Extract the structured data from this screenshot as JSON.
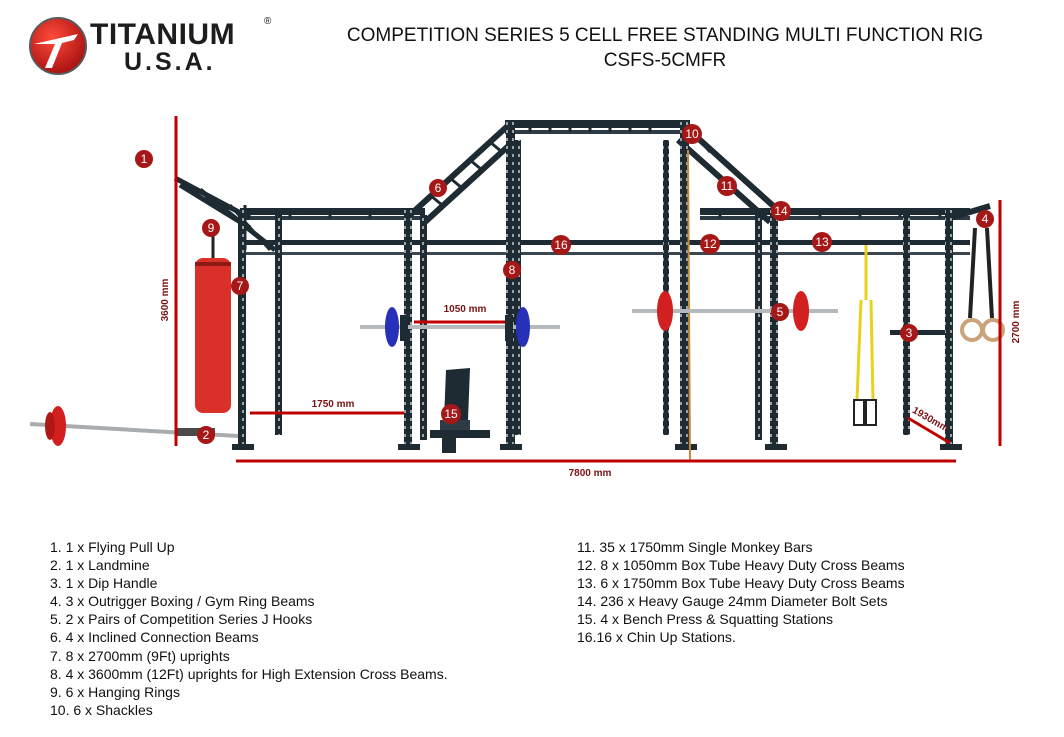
{
  "logo": {
    "line1": "TITANIUM",
    "line2": "U.S.A.",
    "reg": "®"
  },
  "title": {
    "line1": "COMPETITION SERIES 5 CELL FREE STANDING MULTI FUNCTION RIG",
    "line2": "CSFS-5CMFR"
  },
  "colors": {
    "frame": "#1f2b33",
    "dimension": "#c00000",
    "callout": "#a61717",
    "bag": "#d9302a",
    "plate_red": "#d21f1f",
    "plate_blue": "#2630b8",
    "rope": "#c48a3a",
    "strap": "#e8d21c"
  },
  "dimensions": {
    "height_left": "3600 mm",
    "height_right": "2700 mm",
    "width_total": "7800 mm",
    "cross_beam": "1050 mm",
    "bay": "1750 mm",
    "outrigger": "1930mm"
  },
  "callouts": [
    "1",
    "2",
    "3",
    "4",
    "5",
    "6",
    "7",
    "8",
    "9",
    "10",
    "11",
    "12",
    "13",
    "14",
    "15",
    "16"
  ],
  "legend_left": [
    "1. 1 x Flying Pull Up",
    "2. 1 x Landmine",
    "3. 1 x Dip Handle",
    "4. 3 x Outrigger Boxing / Gym Ring Beams",
    "5. 2 x Pairs of Competition Series J Hooks",
    "6. 4 x Inclined Connection Beams",
    "7. 8 x 2700mm (9Ft) uprights",
    "8. 4 x 3600mm (12Ft) uprights for High Extension Cross Beams.",
    "9. 6 x Hanging Rings",
    "10. 6 x Shackles"
  ],
  "legend_right": [
    "11. 35 x 1750mm Single Monkey Bars",
    "12. 8 x 1050mm Box Tube Heavy Duty Cross Beams",
    "13. 6 x 1750mm Box Tube Heavy Duty Cross Beams",
    "14. 236 x Heavy Gauge 24mm Diameter Bolt Sets",
    "15. 4 x Bench Press & Squatting Stations",
    "16.16 x Chin Up Stations."
  ]
}
